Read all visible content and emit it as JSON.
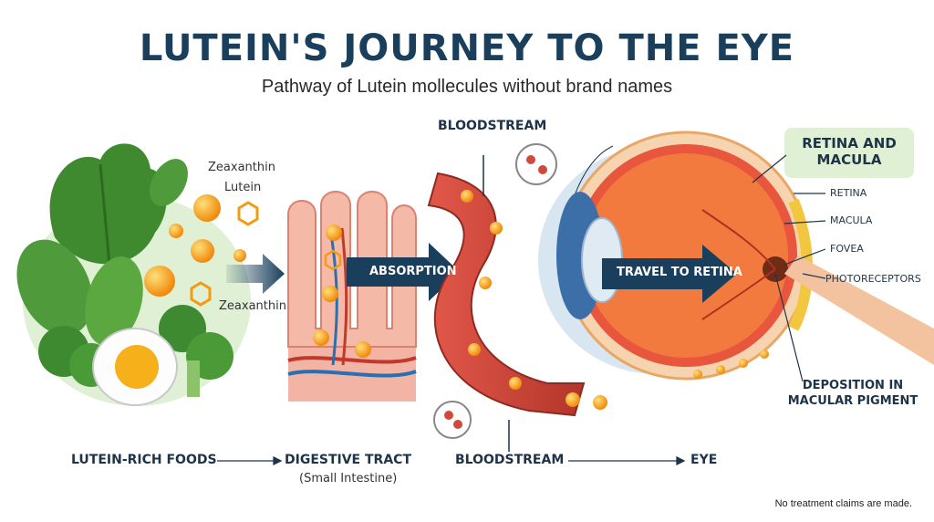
{
  "header": {
    "title": "LUTEIN'S JOURNEY TO THE EYE",
    "subtitle": "Pathway of Lutein mollecules without brand names"
  },
  "foods": {
    "label_zeaxanthin_top": "Zeaxanthin",
    "label_lutein": "Lutein",
    "label_zeaxanthin_bottom": "Zeaxanthin"
  },
  "stages": {
    "absorption": "ABSORPTION",
    "bloodstream_top": "BLOODSTREAM",
    "travel": "TRAVEL TO RETINA"
  },
  "eye": {
    "box_title": "RETINA AND\nMACULA",
    "retina": "RETINA",
    "macula": "MACULA",
    "fovea": "FOVEA",
    "photoreceptors": "PHOTORECEPTORS",
    "deposition": "DEPOSITION IN\nMACULAR PIGMENT"
  },
  "flow": {
    "foods": "LUTEIN-RICH FOODS",
    "digestive": "DIGESTIVE TRACT",
    "digestive_sub": "(Small Intestine)",
    "bloodstream": "BLOODSTREAM",
    "eye": "EYE"
  },
  "footer": {
    "note": "No treatment claims are made."
  },
  "colors": {
    "navy": "#1a3f5c",
    "orange": "#f39c12",
    "red": "#c0392b",
    "green": "#4f9a3a"
  }
}
